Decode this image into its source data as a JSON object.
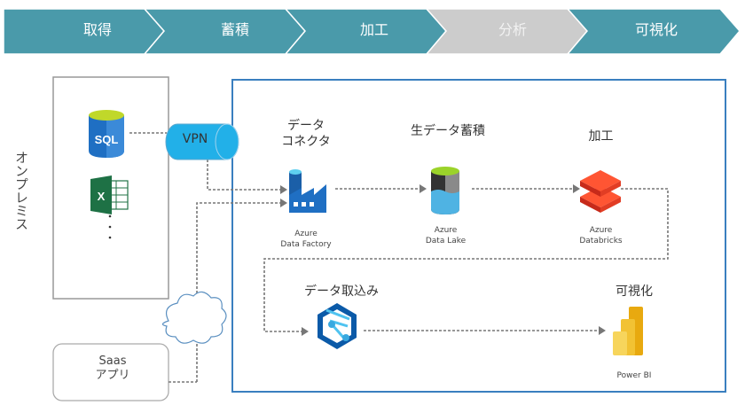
{
  "process_steps": [
    {
      "label": "取得",
      "state": "active"
    },
    {
      "label": "蓄積",
      "state": "active"
    },
    {
      "label": "加工",
      "state": "active"
    },
    {
      "label": "分析",
      "state": "inactive"
    },
    {
      "label": "可視化",
      "state": "active"
    }
  ],
  "colors": {
    "step_active": "#4a9aaa",
    "step_inactive": "#cccccc",
    "cloud_border": "#3a7fbf",
    "vpn": "#22b0e8",
    "connector": "#777777"
  },
  "onprem": {
    "label": "オンプレミス",
    "sources": [
      {
        "name": "SQL",
        "icon": "sql-database-icon"
      },
      {
        "name": "Excel",
        "icon": "excel-icon"
      }
    ],
    "more": "⋮"
  },
  "vpn": {
    "label": "VPN"
  },
  "saas": {
    "label_line1": "Saas",
    "label_line2": "アプリ"
  },
  "cloud": {
    "nodes": [
      {
        "heading_line1": "データ",
        "heading_line2": "コネクタ",
        "caption_line1": "Azure",
        "caption_line2": "Data Factory",
        "icon": "azure-data-factory-icon"
      },
      {
        "heading": "生データ蓄積",
        "caption_line1": "Azure",
        "caption_line2": "Data Lake",
        "icon": "azure-data-lake-icon"
      },
      {
        "heading": "加工",
        "caption_line1": "Azure",
        "caption_line2": "Databricks",
        "icon": "azure-databricks-icon"
      },
      {
        "heading": "データ取込み",
        "icon": "azure-synapse-icon"
      },
      {
        "heading": "可視化",
        "caption": "Power BI",
        "icon": "power-bi-icon"
      }
    ]
  }
}
